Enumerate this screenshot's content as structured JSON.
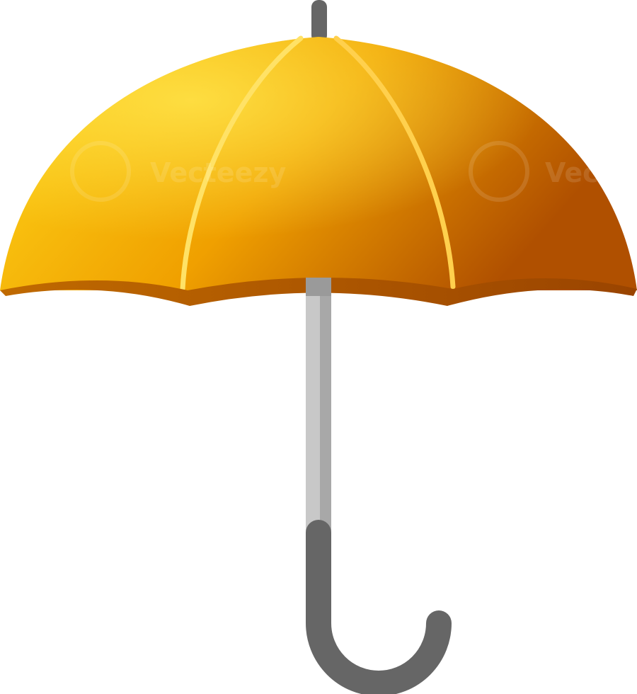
{
  "subject": "umbrella",
  "colors": {
    "canopy_light": "#FFD91A",
    "canopy_mid": "#F0A000",
    "canopy_dark": "#B05000",
    "rib_highlight": "#FFE266",
    "canopy_underside": "#B55A00",
    "shaft_light": "#C8C8C8",
    "shaft_shadow": "#A8A8A8",
    "handle": "#666666",
    "background": "#FFFFFF"
  },
  "watermark": {
    "text": "Vecteezy",
    "logo_letter": "V",
    "color": "#FFFFFF"
  }
}
